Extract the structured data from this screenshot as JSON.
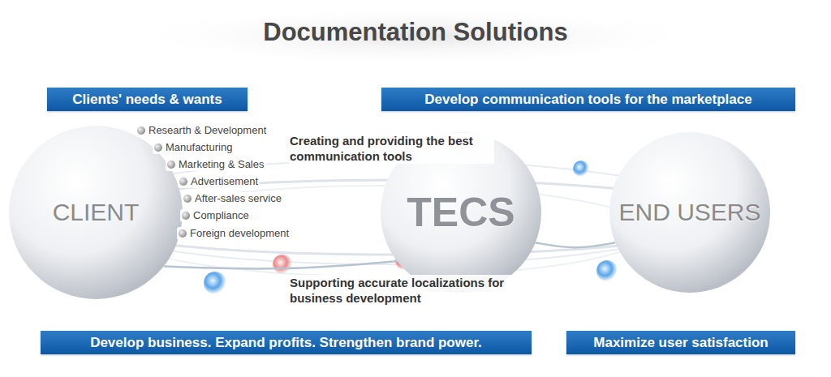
{
  "diagram": {
    "title": "Documentation Solutions",
    "nodes": [
      {
        "text": [
          "Clients' needs & wants"
        ]
      },
      {
        "text": [
          "Develop communication tools for the marketplace"
        ]
      },
      {
        "text": [
          "CLIENT"
        ]
      },
      {
        "text": [
          "TECS"
        ]
      },
      {
        "text": [
          "END USERS"
        ]
      },
      {
        "text": [
          "Develop business. Expand profits. Strengthen brand power."
        ]
      },
      {
        "text": [
          "Maximize user satisfaction"
        ]
      }
    ],
    "edges": [
      {
        "from": 2,
        "to": 3,
        "arrow": "none"
      },
      {
        "from": 3,
        "to": 4,
        "arrow": "none"
      }
    ],
    "labels": [
      "Researth & Development",
      "Manufacturing",
      "Marketing & Sales",
      "Advertisement",
      "After-sales service",
      "Compliance",
      "Foreign development",
      "Creating and providing the best communication tools",
      "Supporting accurate localizations for business development"
    ]
  }
}
